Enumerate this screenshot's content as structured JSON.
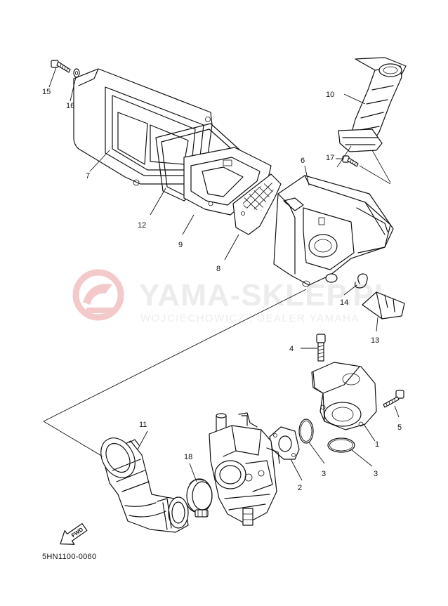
{
  "diagram": {
    "diagram_code": "5HN1100-0060",
    "fwd_label": "FWD",
    "watermark": {
      "title": "YAMA-SKLEP.PL",
      "subtitle": "WOJCIECHOWICZ | DEALER YAMAHA",
      "logo_color": "#f3c9c9",
      "text_color": "#ececec"
    },
    "callouts": [
      {
        "id": "c1",
        "label": "1"
      },
      {
        "id": "c2",
        "label": "2"
      },
      {
        "id": "c3a",
        "label": "3"
      },
      {
        "id": "c3b",
        "label": "3"
      },
      {
        "id": "c4",
        "label": "4"
      },
      {
        "id": "c5",
        "label": "5"
      },
      {
        "id": "c6",
        "label": "6"
      },
      {
        "id": "c7",
        "label": "7"
      },
      {
        "id": "c8",
        "label": "8"
      },
      {
        "id": "c9",
        "label": "9"
      },
      {
        "id": "c10",
        "label": "10"
      },
      {
        "id": "c11",
        "label": "11"
      },
      {
        "id": "c12",
        "label": "12"
      },
      {
        "id": "c13",
        "label": "13"
      },
      {
        "id": "c14",
        "label": "14"
      },
      {
        "id": "c15",
        "label": "15"
      },
      {
        "id": "c16",
        "label": "16"
      },
      {
        "id": "c17",
        "label": "17"
      },
      {
        "id": "c18",
        "label": "18"
      }
    ]
  }
}
